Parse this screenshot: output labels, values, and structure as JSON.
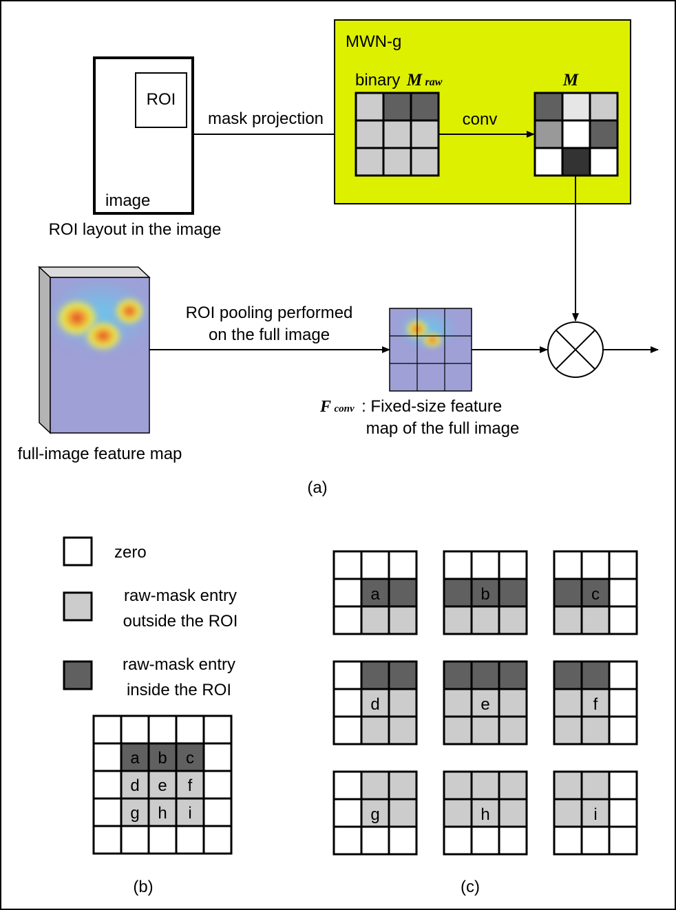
{
  "part_a": {
    "roi_box_label": "ROI",
    "image_box_label": "image",
    "image_caption": "ROI layout in the image",
    "mask_projection_label": "mask projection",
    "mwn_title": "MWN-g",
    "mraw_prefix": "binary",
    "mraw_symbol": "M",
    "mraw_subscript": "raw",
    "conv_label": "conv",
    "m_symbol": "M",
    "roi_pooling_line1": "ROI pooling performed",
    "roi_pooling_line2": "on the full image",
    "fconv_symbol": "F",
    "fconv_subscript": "conv",
    "fconv_line1": ": Fixed-size feature",
    "fconv_line2": "map of the full image",
    "feature_map_label": "full-image feature map",
    "panel_label": "(a)",
    "mwn_bg_color": "#ddf000",
    "mraw_colors": [
      [
        "#cccccc",
        "#606060",
        "#606060"
      ],
      [
        "#cccccc",
        "#cccccc",
        "#cccccc"
      ],
      [
        "#cccccc",
        "#cccccc",
        "#cccccc"
      ]
    ],
    "m_colors": [
      [
        "#606060",
        "#e6e6e6",
        "#cccccc"
      ],
      [
        "#999999",
        "#ffffff",
        "#606060"
      ],
      [
        "#ffffff",
        "#333333",
        "#ffffff"
      ]
    ]
  },
  "part_b": {
    "legend_zero": "zero",
    "legend_outside_line1": "raw-mask entry",
    "legend_outside_line2": "outside the ROI",
    "legend_inside_line1": "raw-mask entry",
    "legend_inside_line2": "inside the ROI",
    "panel_label": "(b)",
    "color_zero": "#ffffff",
    "color_outside": "#cccccc",
    "color_inside": "#606060",
    "grid_types": [
      [
        "z",
        "z",
        "z",
        "z",
        "z"
      ],
      [
        "z",
        "i",
        "i",
        "i",
        "z"
      ],
      [
        "z",
        "o",
        "o",
        "o",
        "z"
      ],
      [
        "z",
        "o",
        "o",
        "o",
        "z"
      ],
      [
        "z",
        "z",
        "z",
        "z",
        "z"
      ]
    ],
    "grid_letters": [
      [
        "",
        "",
        "",
        "",
        ""
      ],
      [
        "",
        "a",
        "b",
        "c",
        ""
      ],
      [
        "",
        "d",
        "e",
        "f",
        ""
      ],
      [
        "",
        "g",
        "h",
        "i",
        ""
      ],
      [
        "",
        "",
        "",
        "",
        ""
      ]
    ]
  },
  "part_c": {
    "panel_label": "(c)",
    "letters": [
      "a",
      "b",
      "c",
      "d",
      "e",
      "f",
      "g",
      "h",
      "i"
    ]
  }
}
